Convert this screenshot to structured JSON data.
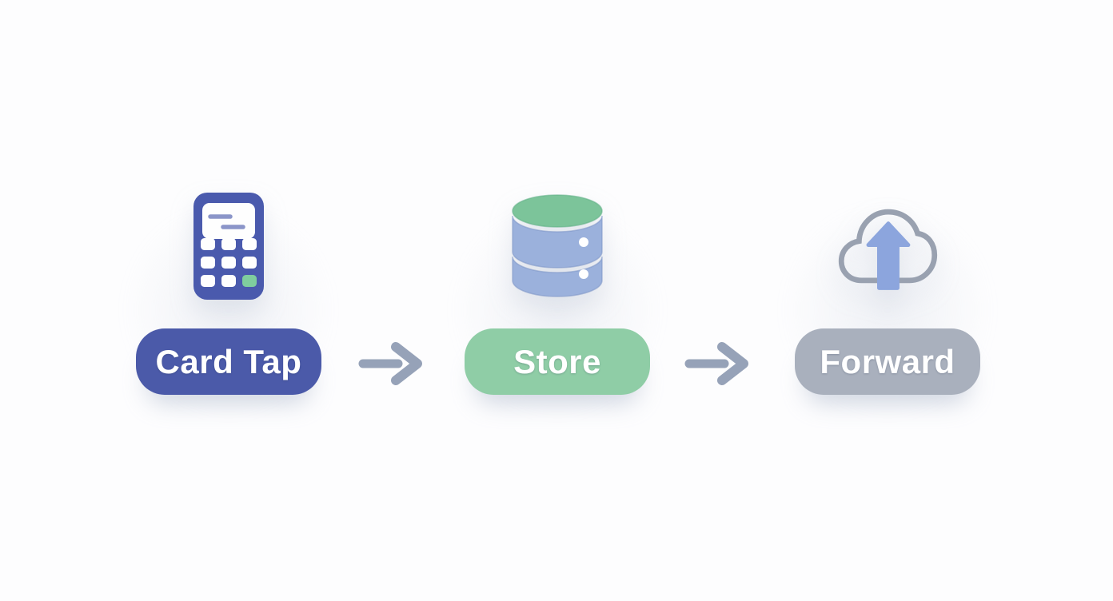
{
  "canvas": {
    "background_color": "#FDFDFE"
  },
  "flow": {
    "steps": [
      {
        "label": "Card Tap",
        "icon": "payment-terminal-icon",
        "pill_color": "#4B5AA9",
        "label_color": "#FFFFFF"
      },
      {
        "label": "Store",
        "icon": "database-icon",
        "pill_color": "#8FCDA6",
        "label_color": "#FFFFFF"
      },
      {
        "label": "Forward",
        "icon": "cloud-upload-icon",
        "pill_color": "#A9B0BD",
        "label_color": "#FFFFFF"
      }
    ],
    "connectors": [
      {
        "type": "arrow-right",
        "color": "#96A2B8"
      },
      {
        "type": "arrow-right",
        "color": "#96A2B8"
      }
    ],
    "icon_colors": {
      "terminal_body": "#4A5AAD",
      "terminal_screen": "#FEFEFE",
      "terminal_screen_lines": "#8B95C9",
      "terminal_keys": "#FEFEFE",
      "terminal_key_accent": "#7FCE9E",
      "database_top": "#7CC49A",
      "database_body": "#9BB1DC",
      "database_dots": "#FFFFFF",
      "cloud_outline": "#99A1B0",
      "cloud_arrow_fill": "#8CA5DD"
    }
  }
}
